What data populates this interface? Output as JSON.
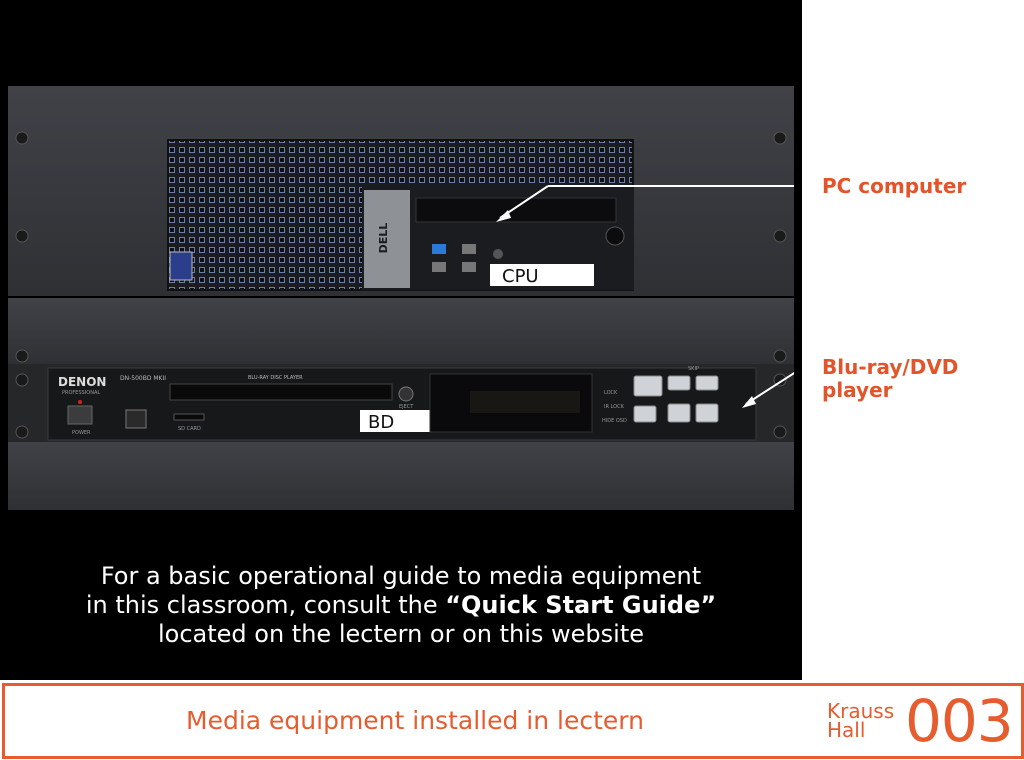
{
  "photo": {
    "pc_tag": "CPU",
    "bd_tag": "BD",
    "bluray_brand": "DENON",
    "bluray_sub": "PROFESSIONAL",
    "bluray_model": "DN-500BD MKII",
    "disc_label": "BLU-RAY DISC PLAYER",
    "dell": "DELL",
    "power_label": "POWER",
    "sdcard_label": "SD CARD",
    "lock_label": "LOCK",
    "irlock_label": "IR LOCK",
    "hideosd_label": "HIDE OSD",
    "skip_label": "SKIP",
    "eject_label": "EJECT"
  },
  "labels": {
    "pc": "PC computer",
    "bluray_line1": "Blu-ray/DVD",
    "bluray_line2": "player"
  },
  "caption": {
    "line1": "For a basic operational guide to media equipment",
    "line2_pre": "in this classroom, consult the ",
    "line2_bold": "“Quick Start Guide”",
    "line3": "located on the lectern or on this website"
  },
  "footer": {
    "title": "Media equipment installed in lectern",
    "building_line1": "Krauss",
    "building_line2": "Hall",
    "room": "003"
  },
  "colors": {
    "accent": "#e65c2e",
    "label": "#e3542b",
    "photo_bg": "#000000"
  }
}
